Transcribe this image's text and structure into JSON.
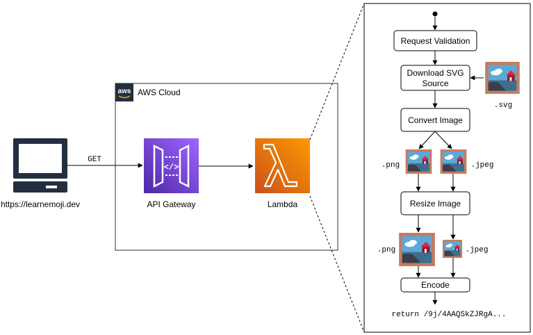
{
  "client": {
    "url": "https://learnemoji.dev",
    "method": "GET",
    "icon": "computer-icon"
  },
  "cloud": {
    "label": "AWS Cloud",
    "logo_text": "aws",
    "api_gateway_label": "API Gateway",
    "lambda_label": "Lambda",
    "api_icon_text": "</>",
    "lambda_icon_text": "λ"
  },
  "flow": {
    "steps": {
      "validate": "Request Validation",
      "download_line1": "Download SVG",
      "download_line2": "Source",
      "convert": "Convert Image",
      "resize": "Resize Image",
      "encode": "Encode"
    },
    "formats": {
      "svg": ".svg",
      "png": ".png",
      "jpeg": ".jpeg",
      "png2": ".png",
      "jpeg2": ".jpeg"
    },
    "result": "return /9j/4AAQSkZJRgA..."
  },
  "colors": {
    "aws_purple": "#7b3fe4",
    "aws_orange": "#ed7100",
    "image_frame": "#c77b5e"
  }
}
